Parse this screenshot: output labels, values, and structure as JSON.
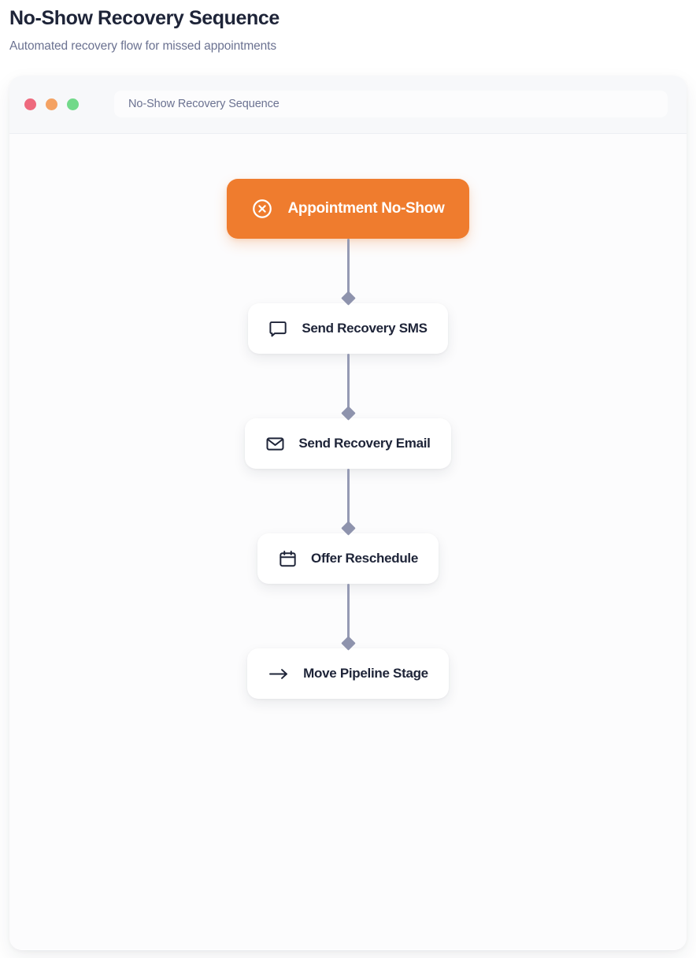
{
  "header": {
    "title": "No-Show Recovery Sequence",
    "subtitle": "Automated recovery flow for missed appointments"
  },
  "window": {
    "traffic_lights": [
      {
        "name": "close",
        "color": "#ee6a7e"
      },
      {
        "name": "minimize",
        "color": "#f4a263"
      },
      {
        "name": "maximize",
        "color": "#72d98a"
      }
    ],
    "addressbar": {
      "value": "No-Show Recovery Sequence",
      "placeholder": "No-Show Recovery Sequence"
    }
  },
  "flow": {
    "trigger": {
      "label": "Appointment No-Show",
      "icon": "x-circle-icon",
      "color": "#ef7c2e"
    },
    "steps": [
      {
        "label": "Send Recovery SMS",
        "icon": "chat-bubble-icon"
      },
      {
        "label": "Send Recovery Email",
        "icon": "envelope-icon"
      },
      {
        "label": "Offer Reschedule",
        "icon": "calendar-icon"
      },
      {
        "label": "Move Pipeline Stage",
        "icon": "arrow-right-icon"
      }
    ],
    "connector": {
      "line_color": "#959ab4",
      "marker": "diamond",
      "marker_color": "#8e93ad"
    }
  }
}
